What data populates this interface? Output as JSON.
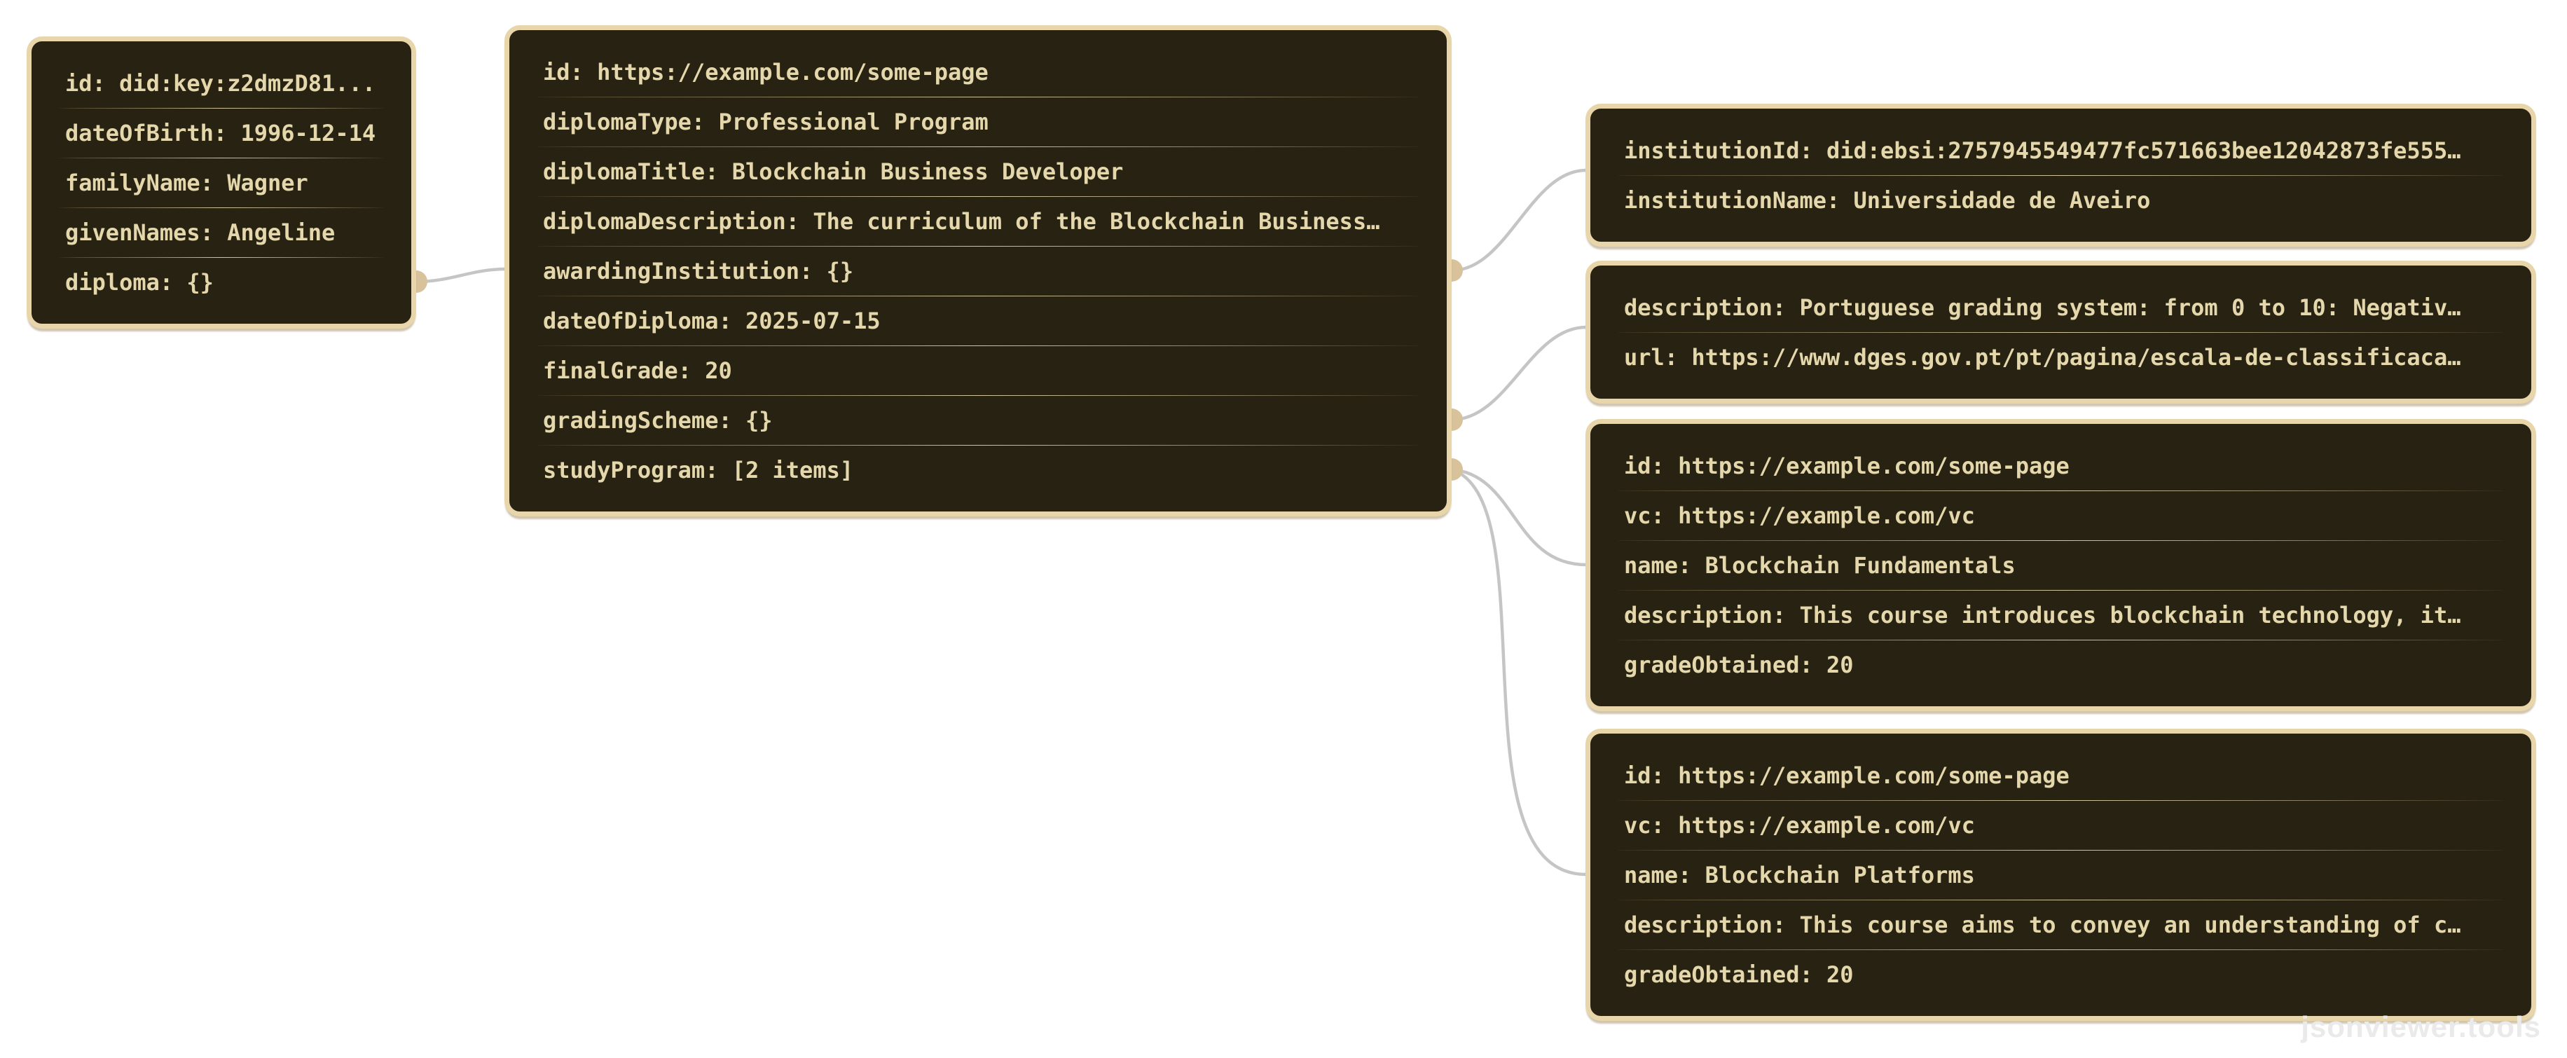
{
  "watermark": "jsonviewer.tools",
  "colors": {
    "page_background": "#ffffff",
    "node_background": "#272211",
    "node_border": "#e8d6aa",
    "node_text": "#e5d7ac",
    "edge_line": "#c5c5c5",
    "connector_dot": "#d7c29b",
    "watermark_text": "#eaeaea"
  },
  "nodes": {
    "person": {
      "rows": [
        {
          "k": "id",
          "v": "did:key:z2dmzD81..."
        },
        {
          "k": "dateOfBirth",
          "v": "1996-12-14"
        },
        {
          "k": "familyName",
          "v": "Wagner"
        },
        {
          "k": "givenNames",
          "v": "Angeline"
        },
        {
          "k": "diploma",
          "v": "{}"
        }
      ]
    },
    "credential": {
      "rows": [
        {
          "k": "id",
          "v": "https://example.com/some-page"
        },
        {
          "k": "diplomaType",
          "v": "Professional Program"
        },
        {
          "k": "diplomaTitle",
          "v": "Blockchain Business Developer"
        },
        {
          "k": "diplomaDescription",
          "v": "The curriculum of the Blockchain Business…"
        },
        {
          "k": "awardingInstitution",
          "v": "{}"
        },
        {
          "k": "dateOfDiploma",
          "v": "2025-07-15"
        },
        {
          "k": "finalGrade",
          "v": "20"
        },
        {
          "k": "gradingScheme",
          "v": "{}"
        },
        {
          "k": "studyProgram",
          "v": "[2 items]"
        }
      ]
    },
    "institution": {
      "rows": [
        {
          "k": "institutionId",
          "v": "did:ebsi:2757945549477fc571663bee12042873fe555…"
        },
        {
          "k": "institutionName",
          "v": "Universidade de Aveiro"
        }
      ]
    },
    "grading": {
      "rows": [
        {
          "k": "description",
          "v": "Portuguese grading system: from 0 to 10: Negativ…"
        },
        {
          "k": "url",
          "v": "https://www.dges.gov.pt/pt/pagina/escala-de-classificaca…"
        }
      ]
    },
    "course1": {
      "rows": [
        {
          "k": "id",
          "v": "https://example.com/some-page"
        },
        {
          "k": "vc",
          "v": "https://example.com/vc"
        },
        {
          "k": "name",
          "v": "Blockchain Fundamentals"
        },
        {
          "k": "description",
          "v": "This course introduces blockchain technology, it…"
        },
        {
          "k": "gradeObtained",
          "v": "20"
        }
      ]
    },
    "course2": {
      "rows": [
        {
          "k": "id",
          "v": "https://example.com/some-page"
        },
        {
          "k": "vc",
          "v": "https://example.com/vc"
        },
        {
          "k": "name",
          "v": "Blockchain Platforms"
        },
        {
          "k": "description",
          "v": "This course aims to convey an understanding of c…"
        },
        {
          "k": "gradeObtained",
          "v": "20"
        }
      ]
    }
  }
}
